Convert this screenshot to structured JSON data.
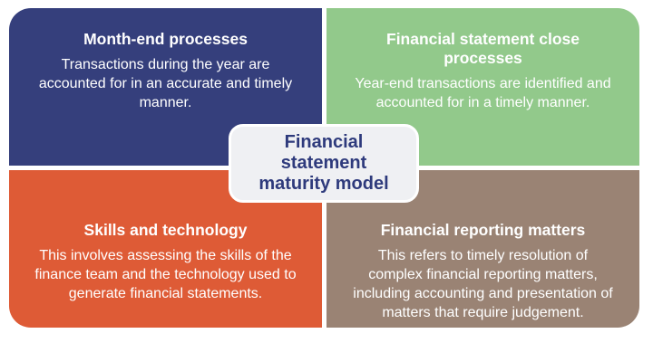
{
  "diagram": {
    "name": "Financial statement maturity model",
    "center_label": "Financial\nstatement\nmaturity model",
    "center_box": {
      "background": "#EFF0F3",
      "border_color": "#FFFFFF",
      "text_color": "#2E3A7C"
    },
    "quadrants": [
      {
        "key": "month-end-processes",
        "position": "top-left",
        "color": "#353F7C",
        "text_color": "#FFFFFF",
        "title": "Month-end processes",
        "description": "Transactions during the year are\naccounted for in an accurate and timely\nmanner."
      },
      {
        "key": "financial-statement-close-processes",
        "position": "top-right",
        "color": "#92C98B",
        "text_color": "#FFFFFF",
        "title": "Financial statement close\nprocesses",
        "description": "Year-end transactions are identified and\naccounted for in a timely manner."
      },
      {
        "key": "skills-and-technology",
        "position": "bottom-left",
        "color": "#DE5B36",
        "text_color": "#FFFFFF",
        "title": "Skills and technology",
        "description": "This involves assessing the skills of the\nfinance team and the technology used to\ngenerate financial statements."
      },
      {
        "key": "financial-reporting-matters",
        "position": "bottom-right",
        "color": "#9A8374",
        "text_color": "#FFFFFF",
        "title": "Financial reporting matters",
        "description": "This refers to timely resolution of\ncomplex financial reporting matters,\nincluding accounting and presentation of\nmatters that require judgement."
      }
    ]
  }
}
